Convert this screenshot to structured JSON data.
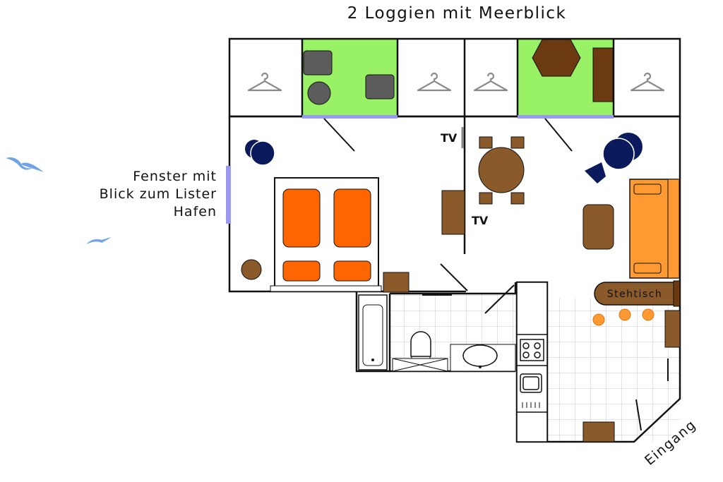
{
  "title": "2 Loggien mit Meerblick",
  "window_note": [
    "Fenster mit",
    "Blick zum Lister",
    "Hafen"
  ],
  "tv_labels": [
    "TV",
    "TV"
  ],
  "bar_table_label": "Stehtisch",
  "entrance_label": "Eingang",
  "colors": {
    "loggia_green": "#99f266",
    "window_blue": "#9999f2",
    "bed_orange": "#ff6600",
    "sofa_orange": "#ff9a33",
    "wood_brown": "#8b5a2b",
    "dark_brown": "#6b3a10",
    "chair_navy": "#0a1a5c",
    "stone_grey": "#5c5c5c",
    "tile_grid": "#c8c8c8",
    "bird_blue": "#6fa4e8"
  },
  "icons": [
    "hanger-icon",
    "seagull-icon",
    "toilet-icon",
    "sink-icon",
    "stove-icon",
    "bathtub-icon"
  ]
}
